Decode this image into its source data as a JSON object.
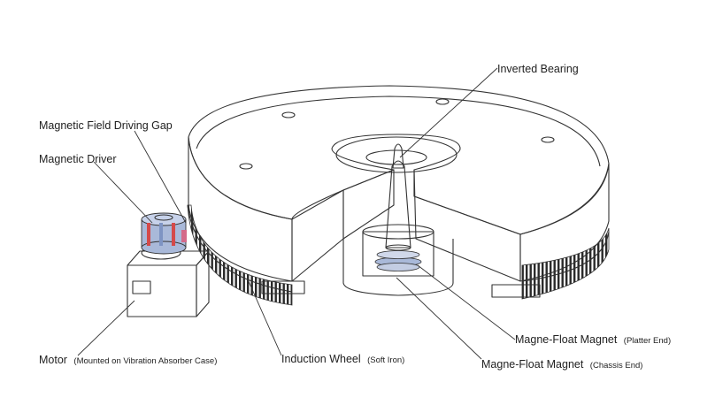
{
  "labels": {
    "inverted_bearing": "Inverted Bearing",
    "field_gap": "Magnetic Field Driving Gap",
    "driver": "Magnetic Driver",
    "motor_main": "Motor",
    "motor_sub": "(Mounted on Vibration Absorber Case)",
    "wheel_main": "Induction Wheel",
    "wheel_sub": "(Soft Iron)",
    "platter_magnet_main": "Magne-Float Magnet",
    "platter_magnet_sub": "(Platter End)",
    "chassis_magnet_main": "Magne-Float Magnet",
    "chassis_magnet_sub": "(Chassis End)"
  },
  "colors": {
    "outline": "#333333",
    "platter_top": "#ebebeb",
    "platter_side": "#dcdcdc",
    "fins": "#2a2a2a",
    "magnet_blue": "#a9b9d9",
    "magnet_red": "#d44a4a"
  }
}
